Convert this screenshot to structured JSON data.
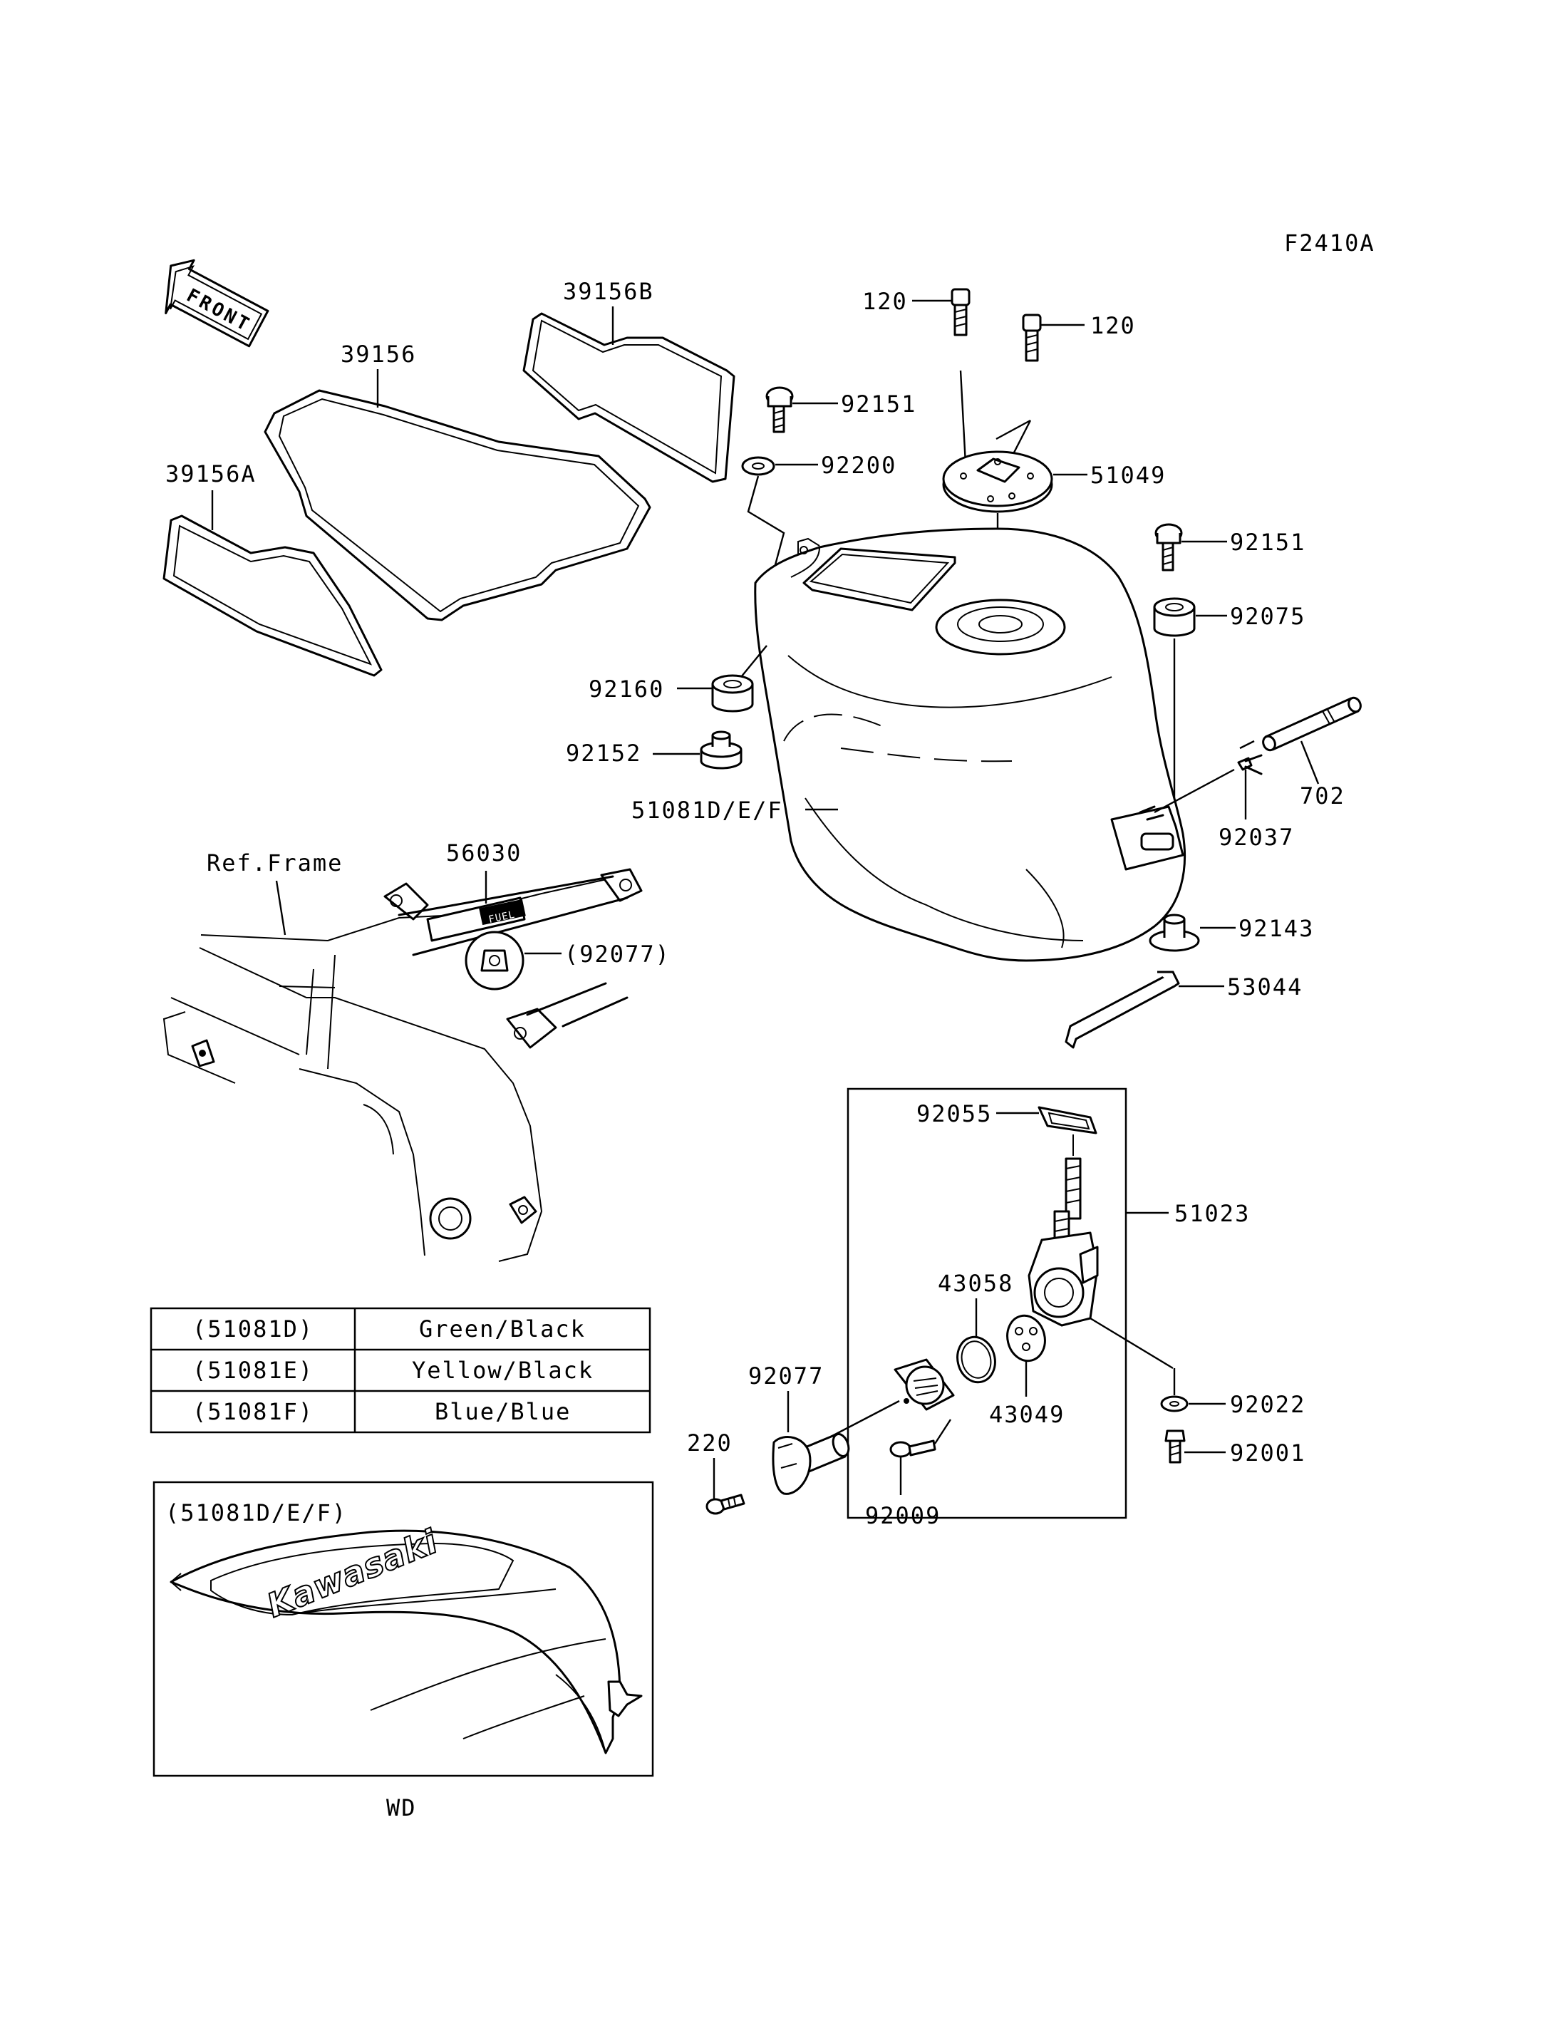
{
  "diagram_code": "F2410A",
  "front_label": "FRONT",
  "ref_frame_label": "Ref.Frame",
  "fuel_decal_text": "FUEL",
  "parts": {
    "p39156B": "39156B",
    "p39156": "39156",
    "p39156A": "39156A",
    "p120_left": "120",
    "p120_right": "120",
    "p92151_top": "92151",
    "p92200": "92200",
    "p51049": "51049",
    "p92151_right": "92151",
    "p92075": "92075",
    "p92160": "92160",
    "p92152": "92152",
    "p51081DEF": "51081D/E/F",
    "p702": "702",
    "p92037": "92037",
    "p92143": "92143",
    "p53044": "53044",
    "p56030": "56030",
    "p92077_ref": "(92077)",
    "p92055": "92055",
    "p51023": "51023",
    "p43058": "43058",
    "p43049": "43049",
    "p92022": "92022",
    "p92001": "92001",
    "p92077": "92077",
    "p220": "220",
    "p92009": "92009"
  },
  "color_table": [
    {
      "code": "(51081D)",
      "color": "Green/Black"
    },
    {
      "code": "(51081E)",
      "color": "Yellow/Black"
    },
    {
      "code": "(51081F)",
      "color": "Blue/Blue"
    }
  ],
  "inset": {
    "title": "(51081D/E/F)",
    "logo_text": "Kawasaki",
    "caption": "WD"
  }
}
